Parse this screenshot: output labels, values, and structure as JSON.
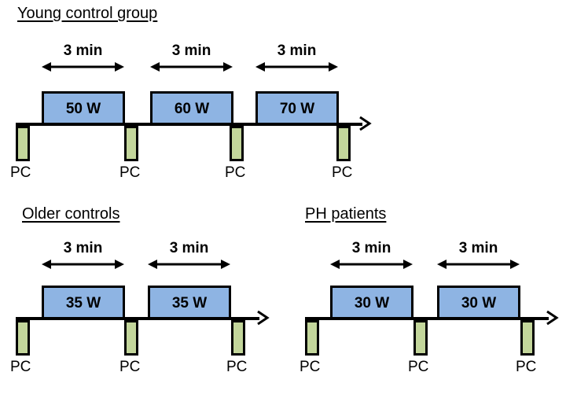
{
  "figure": {
    "type": "protocol-timeline-diagram",
    "description": "Exercise test protocols for three subject groups, each showing constant work-rate stages separated by phase-contrast (PC) measurement points",
    "colors": {
      "work_block_fill": "#8eb4e3",
      "pc_marker_fill": "#c3d69b",
      "stroke": "#000000",
      "background": "#ffffff"
    }
  },
  "panels": [
    {
      "id": "young-control-group",
      "title": "Young control group",
      "stages": [
        {
          "label": "50 W",
          "duration": "3 min"
        },
        {
          "label": "60 W",
          "duration": "3 min"
        },
        {
          "label": "70 W",
          "duration": "3 min"
        }
      ],
      "pc_labels": [
        "PC",
        "PC",
        "PC",
        "PC"
      ],
      "pc_count": 4
    },
    {
      "id": "older-controls",
      "title": "Older controls",
      "stages": [
        {
          "label": "35 W",
          "duration": "3 min"
        },
        {
          "label": "35 W",
          "duration": "3 min"
        }
      ],
      "pc_labels": [
        "PC",
        "PC",
        "PC"
      ],
      "pc_count": 3
    },
    {
      "id": "ph-patients",
      "title": "PH patients",
      "stages": [
        {
          "label": "30 W",
          "duration": "3 min"
        },
        {
          "label": "30 W",
          "duration": "3 min"
        }
      ],
      "pc_labels": [
        "PC",
        "PC",
        "PC"
      ],
      "pc_count": 3
    }
  ]
}
